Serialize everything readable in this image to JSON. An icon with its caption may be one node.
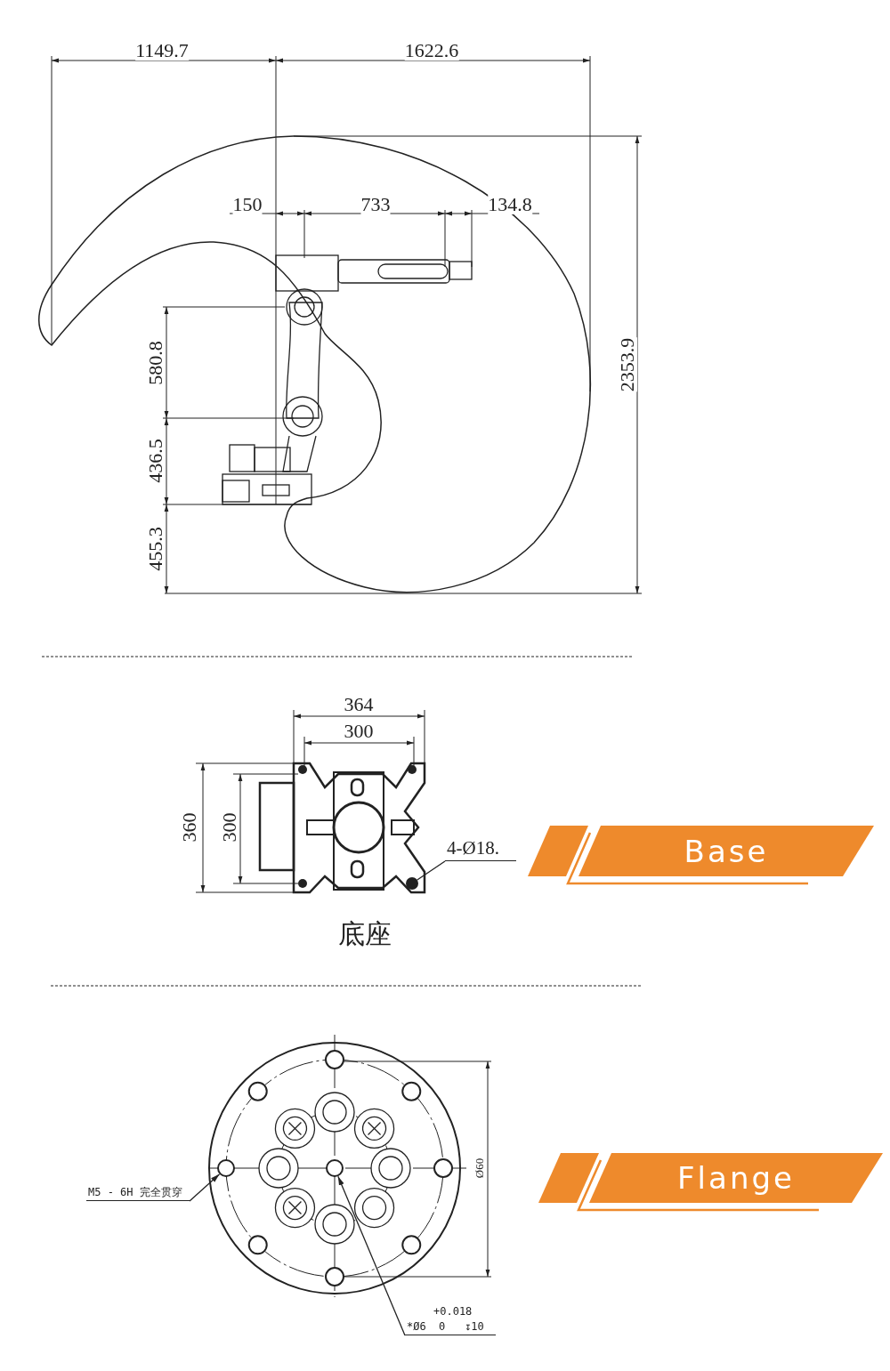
{
  "diagram": {
    "nodes": [
      {
        "text": [
          "Base"
        ]
      },
      {
        "text": [
          "Flange"
        ]
      },
      {
        "text": [
          "4-Ø18."
        ]
      },
      {
        "text": [],
        "shape": "circle"
      },
      {
        "text": [
          "M5 - 6H 完全贯穿"
        ]
      },
      {
        "text": [],
        "shape": "circle"
      },
      {
        "text": [
          "+0.018",
          "*Ø6  0   ↧10"
        ]
      },
      {
        "text": [],
        "shape": "circle"
      }
    ],
    "edges": [
      {
        "from": 2,
        "to": 3,
        "arrow": "none"
      },
      {
        "from": 4,
        "to": 5,
        "arrow": "to"
      },
      {
        "from": 6,
        "to": 7,
        "arrow": "to"
      }
    ],
    "labels": [
      "1149.7",
      "1622.6",
      "150",
      "733",
      "134.8",
      "580.8",
      "2353.9",
      "436.5",
      "455.3",
      "364",
      "300",
      "360",
      "300",
      "底座",
      "Ø60"
    ]
  }
}
